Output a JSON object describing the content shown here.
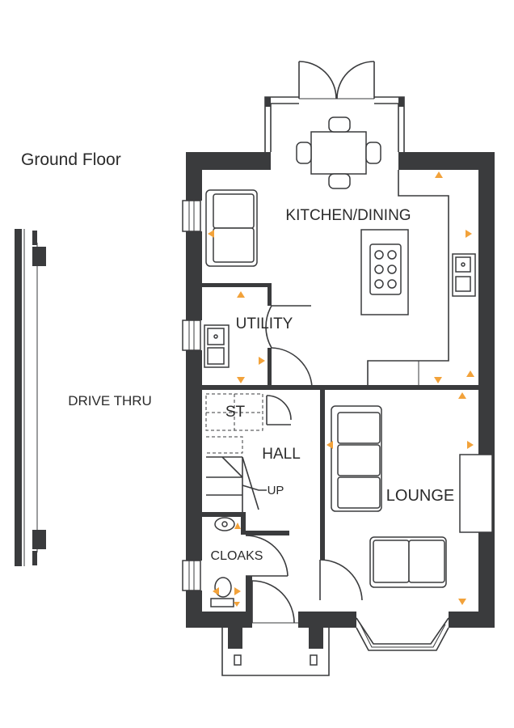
{
  "plan": {
    "floor_title": "Ground Floor",
    "rooms": {
      "kitchen_dining": "KITCHEN/DINING",
      "utility": "UTILITY",
      "store": "ST",
      "hall": "HALL",
      "stairs_direction": "UP",
      "lounge": "LOUNGE",
      "cloaks": "CLOAKS"
    },
    "drive_thru": "DRIVE THRU"
  },
  "colors": {
    "wall": "#3a3b3d",
    "marker": "#f2a23a",
    "background": "#ffffff"
  }
}
